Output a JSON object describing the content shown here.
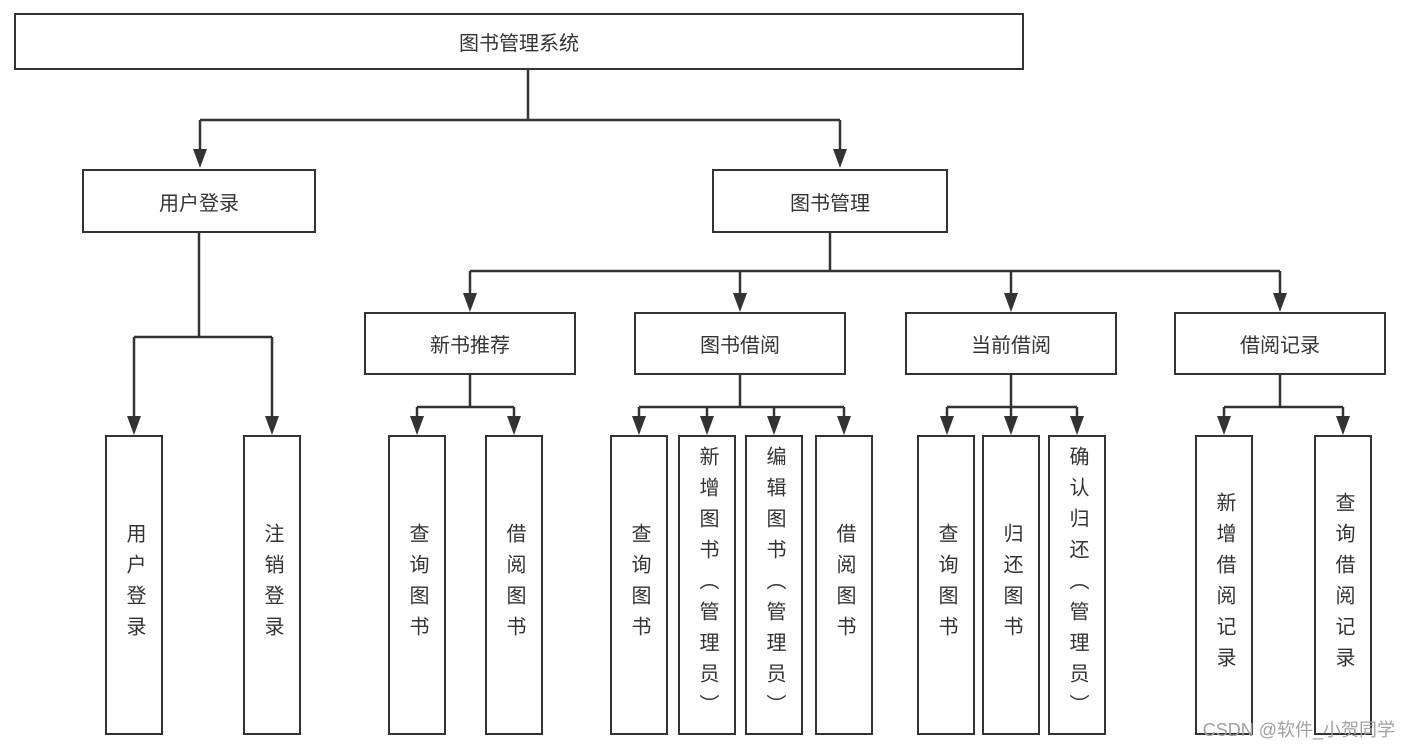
{
  "colors": {
    "line": "#333333",
    "text": "#333333",
    "box_fill": "#ffffff",
    "watermark": "#a0a0a0"
  },
  "tree": {
    "root": {
      "label": "图书管理系统"
    },
    "branches": [
      {
        "label": "用户登录",
        "children": [
          {
            "label": "用户登录"
          },
          {
            "label": "注销登录"
          }
        ]
      },
      {
        "label": "图书管理",
        "children": [
          {
            "label": "新书推荐",
            "children": [
              {
                "label": "查询图书"
              },
              {
                "label": "借阅图书"
              }
            ]
          },
          {
            "label": "图书借阅",
            "children": [
              {
                "label": "查询图书"
              },
              {
                "label": "新增图书（管理员）"
              },
              {
                "label": "编辑图书（管理员）"
              },
              {
                "label": "借阅图书"
              }
            ]
          },
          {
            "label": "当前借阅",
            "children": [
              {
                "label": "查询图书"
              },
              {
                "label": "归还图书"
              },
              {
                "label": "确认归还（管理员）"
              }
            ]
          },
          {
            "label": "借阅记录",
            "children": [
              {
                "label": "新增借阅记录"
              },
              {
                "label": "查询借阅记录"
              }
            ]
          }
        ]
      }
    ]
  },
  "watermark": {
    "text": "CSDN @软件_小贺同学"
  }
}
